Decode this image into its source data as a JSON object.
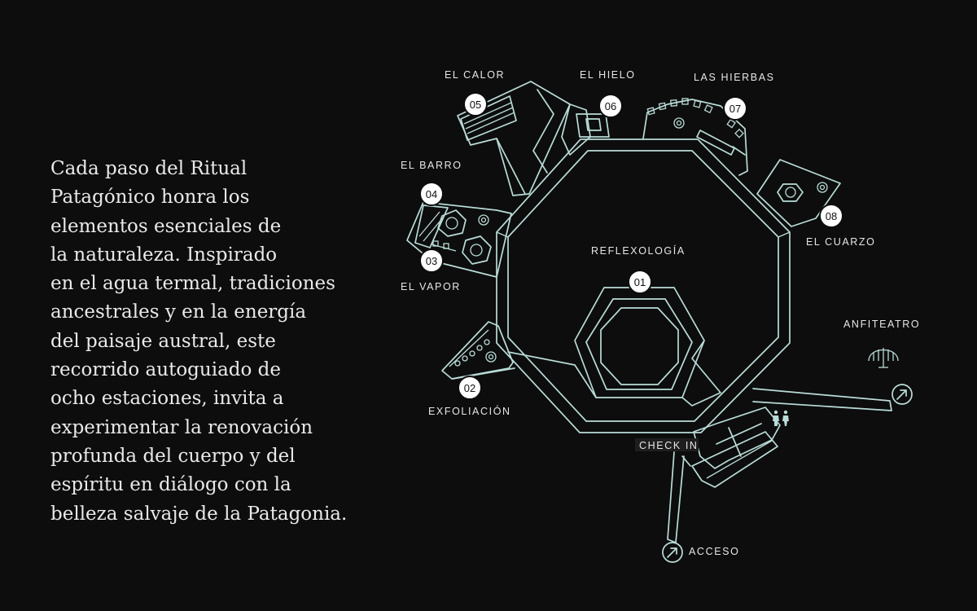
{
  "intro": {
    "lines": [
      "Cada paso del Ritual",
      "Patagónico honra los",
      "elementos esenciales de",
      "la naturaleza. Inspirado",
      "en el agua termal, tradiciones",
      "ancestrales y en la energía",
      "del paisaje austral, este",
      "recorrido autoguiado de",
      "ocho estaciones, invita a",
      "experimentar la renovación",
      "profunda del cuerpo y del",
      "espíritu en diálogo con la",
      "belleza salvaje de la Patagonia."
    ]
  },
  "map": {
    "stations": [
      {
        "number": "01",
        "label": "REFLEXOLOGÍA"
      },
      {
        "number": "02",
        "label": "EXFOLIACIÓN"
      },
      {
        "number": "03",
        "label": "EL VAPOR"
      },
      {
        "number": "04",
        "label": "EL BARRO"
      },
      {
        "number": "05",
        "label": "EL CALOR"
      },
      {
        "number": "06",
        "label": "EL HIELO"
      },
      {
        "number": "07",
        "label": "LAS HIERBAS"
      },
      {
        "number": "08",
        "label": "EL CUARZO"
      }
    ],
    "places": {
      "anfiteatro": "ANFITEATRO",
      "check_in": "CHECK IN",
      "acceso": "ACCESO"
    },
    "icons": [
      "arrow-up-right-icon",
      "restroom-icon",
      "tree-icon"
    ],
    "colors": {
      "background": "#0d0d0d",
      "line": "#b9dcd8",
      "badge": "#ffffff",
      "text": "#e6e6e6"
    }
  }
}
